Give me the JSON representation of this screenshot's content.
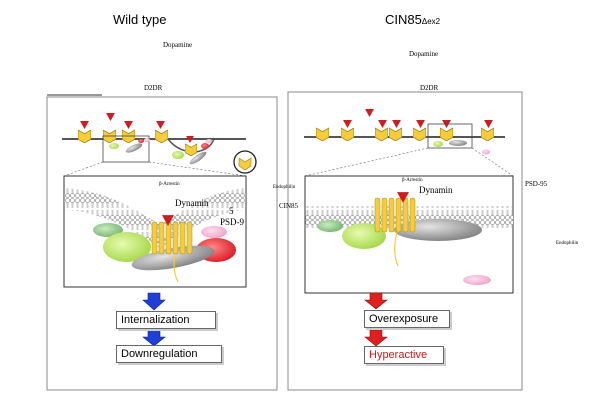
{
  "left_panel": {
    "title": "Wild type",
    "ligand_label": "Dopamine",
    "receptor_label": "D2DR",
    "inset_labels": {
      "arrestin": "β-Arrestin",
      "dynamin": "Dynamin",
      "psd95_a": "5",
      "psd95_b": "PSD-9"
    },
    "outcome_1": "Internalization",
    "outcome_2": "Downregulation"
  },
  "right_panel": {
    "title_main": "CIN85",
    "title_sub": "Δex2",
    "ligand_label": "Dopamine",
    "receptor_label": "D2DR",
    "endophilin_label": "Endophilin",
    "cin85_label": "CIN85",
    "psd95_label": "PSD-95",
    "endophilin_label_2": "Endophilin",
    "inset_labels": {
      "arrestin": "β-Arrestin",
      "dynamin": "Dynamin"
    },
    "outcome_1": "Overexposure",
    "outcome_2": "Hyperactive"
  },
  "colors": {
    "receptor": "#f5cd3a",
    "dopamine": "#d01c1c",
    "arrow_wild": "#1f3fd6",
    "arrow_mutant": "#dd2020",
    "hyperactive_text": "#e01010",
    "green_light": "#b7e35a",
    "green_dark": "#7fc06e",
    "red_blob": "#e8202c",
    "pink_blob": "#f2a4cc",
    "gray_blob": "#a9a9a9"
  }
}
